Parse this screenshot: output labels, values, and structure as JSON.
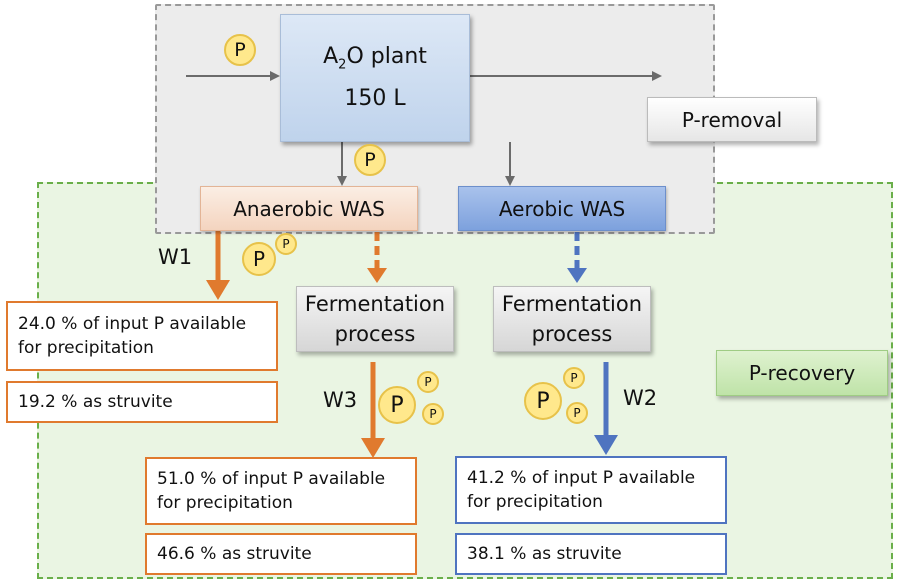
{
  "plant": {
    "line1_pre": "A",
    "line1_sub": "2",
    "line1_post": "O plant",
    "line2": "150 L"
  },
  "p_symbol": "P",
  "p_removal": "P-removal",
  "p_recovery": "P-recovery",
  "anaerobic_was": "Anaerobic WAS",
  "aerobic_was": "Aerobic WAS",
  "fermentation": {
    "line1": "Fermentation",
    "line2": "process"
  },
  "w_labels": {
    "w1": "W1",
    "w2": "W2",
    "w3": "W3"
  },
  "results": {
    "w1": {
      "available_line1": "24.0 % of input P available",
      "available_line2": "for precipitation",
      "struvite": "19.2 % as struvite"
    },
    "w3": {
      "available_line1": "51.0 % of input P available",
      "available_line2": "for precipitation",
      "struvite": "46.6 % as struvite"
    },
    "w2": {
      "available_line1": "41.2 % of input P available",
      "available_line2": "for precipitation",
      "struvite": "38.1 % as struvite"
    }
  },
  "colors": {
    "orange": "#e07a2e",
    "blue": "#4f74c0",
    "gray": "#6b6b6b",
    "p_fill": "#ffe88c"
  }
}
